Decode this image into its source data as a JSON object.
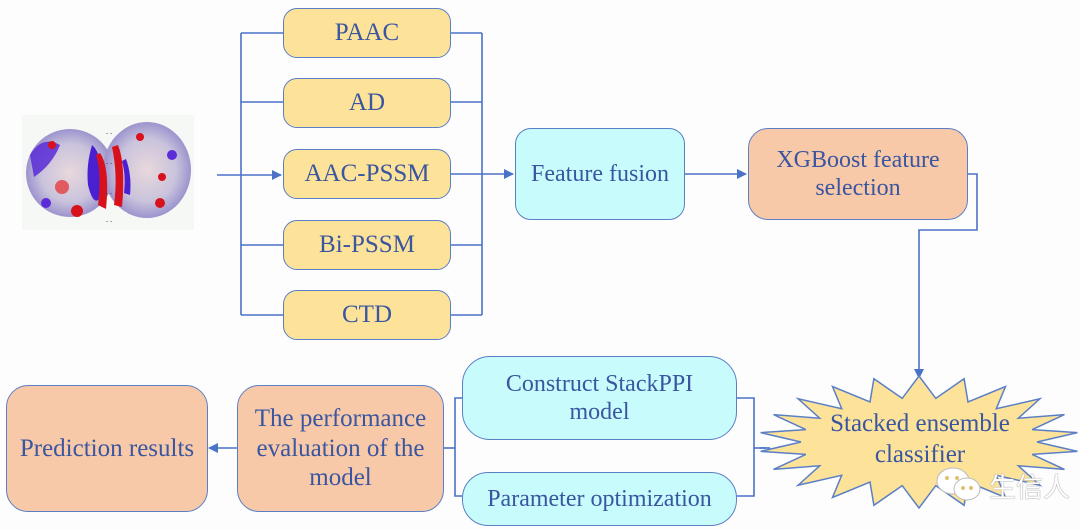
{
  "diagram": {
    "input_image": {
      "description": "protein-protein interaction surface structure",
      "icon": "protein-structure-icon"
    },
    "feature_extraction": [
      {
        "label": "PAAC"
      },
      {
        "label": "AD"
      },
      {
        "label": "AAC-PSSM"
      },
      {
        "label": "Bi-PSSM"
      },
      {
        "label": "CTD"
      }
    ],
    "feature_fusion": {
      "label": "Feature fusion"
    },
    "feature_selection": {
      "label_line1": "XGBoost feature",
      "label_line2": "selection"
    },
    "classifier": {
      "label_line1": "Stacked ensemble",
      "label_line2": "classifier"
    },
    "construct_model": {
      "label_line1": "Construct StackPPI",
      "label_line2": "model"
    },
    "parameter_optimization": {
      "label": "Parameter optimization"
    },
    "performance_evaluation": {
      "label_line1": "The performance",
      "label_line2": "evaluation of the",
      "label_line3": "model"
    },
    "prediction_results": {
      "label": "Prediction results"
    },
    "colors": {
      "line": "#4a72c8",
      "border": "#5b7fc4",
      "text": "#3a56a0",
      "yellow_fill": "#fde29a",
      "cyan_fill": "#c8fbfc",
      "peach_fill": "#f7c9a8"
    }
  },
  "watermark": {
    "text": "生信人",
    "icon": "wechat-icon"
  }
}
